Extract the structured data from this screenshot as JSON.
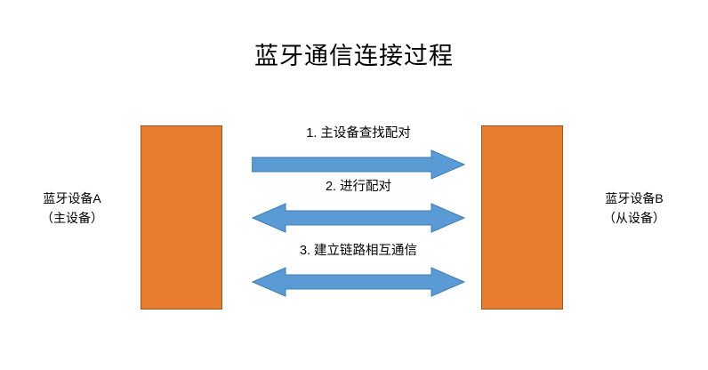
{
  "diagram": {
    "title": "蓝牙通信连接过程",
    "background_color": "#FFFFFF",
    "box_fill_color": "#E87D30",
    "box_border_color": "#9C5420",
    "arrow_fill_color": "#5B9BD5",
    "arrow_border_color": "#3C7DB1",
    "devices": [
      {
        "id": "device-a",
        "name_line_1": "蓝牙设备A",
        "name_line_2": "（主设备）",
        "side": "left"
      },
      {
        "id": "device-b",
        "name_line_1": "蓝牙设备B",
        "name_line_2": "（从设备）",
        "side": "right"
      }
    ],
    "steps": [
      {
        "number": "1.",
        "caption": "1. 主设备查找配对",
        "direction": "right",
        "arrow_icon": "arrow-right-icon"
      },
      {
        "number": "2.",
        "caption": "2. 进行配对",
        "direction": "both",
        "arrow_icon": "arrow-left-right-icon"
      },
      {
        "number": "3.",
        "caption": "3. 建立链路相互通信",
        "direction": "both",
        "arrow_icon": "arrow-left-right-icon"
      }
    ]
  }
}
